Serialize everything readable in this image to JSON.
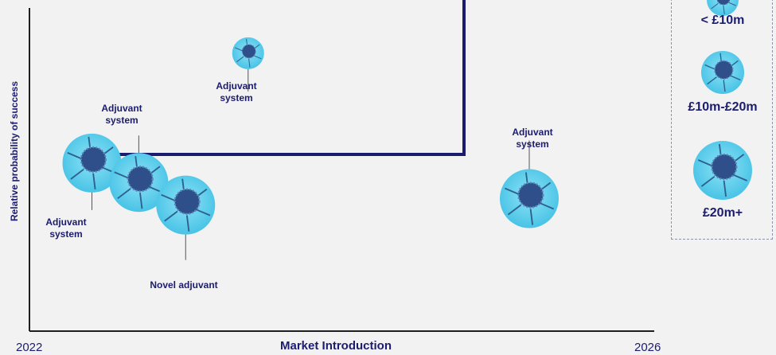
{
  "chart_data": {
    "type": "scatter",
    "xlabel": "Market Introduction",
    "ylabel": "Relative probability of success",
    "xlim": [
      "2022",
      "2026"
    ],
    "x_tick_labels": [
      "2022",
      "2026"
    ],
    "points": [
      {
        "label": "Adjuvant system",
        "x": 2022.4,
        "y": 0.52,
        "size_category": "£20m+"
      },
      {
        "label": "Adjuvant system",
        "x": 2022.7,
        "y": 0.46,
        "size_category": "£20m+"
      },
      {
        "label": "Novel adjuvant",
        "x": 2023.0,
        "y": 0.39,
        "size_category": "£20m+"
      },
      {
        "label": "Adjuvant system",
        "x": 2023.4,
        "y": 0.86,
        "size_category": "< £10m"
      },
      {
        "label": "Adjuvant system",
        "x": 2025.2,
        "y": 0.41,
        "size_category": "£20m+"
      }
    ],
    "legend": {
      "title": "",
      "placement": "right",
      "items": [
        "< £10m",
        "£10m-£20m",
        "£20m+"
      ]
    },
    "colors": {
      "axis": "#1f1f1f",
      "highlight": "#1c1c6e",
      "bubble_fill": "#5ccdea",
      "bubble_core": "#2f4f8a",
      "text": "#1c1c6e"
    }
  },
  "labels": {
    "p1": "Adjuvant\nsystem",
    "p2": "Adjuvant\nsystem",
    "p3": "Novel adjuvant",
    "p4": "Adjuvant\nsystem",
    "p5": "Adjuvant\nsystem"
  }
}
